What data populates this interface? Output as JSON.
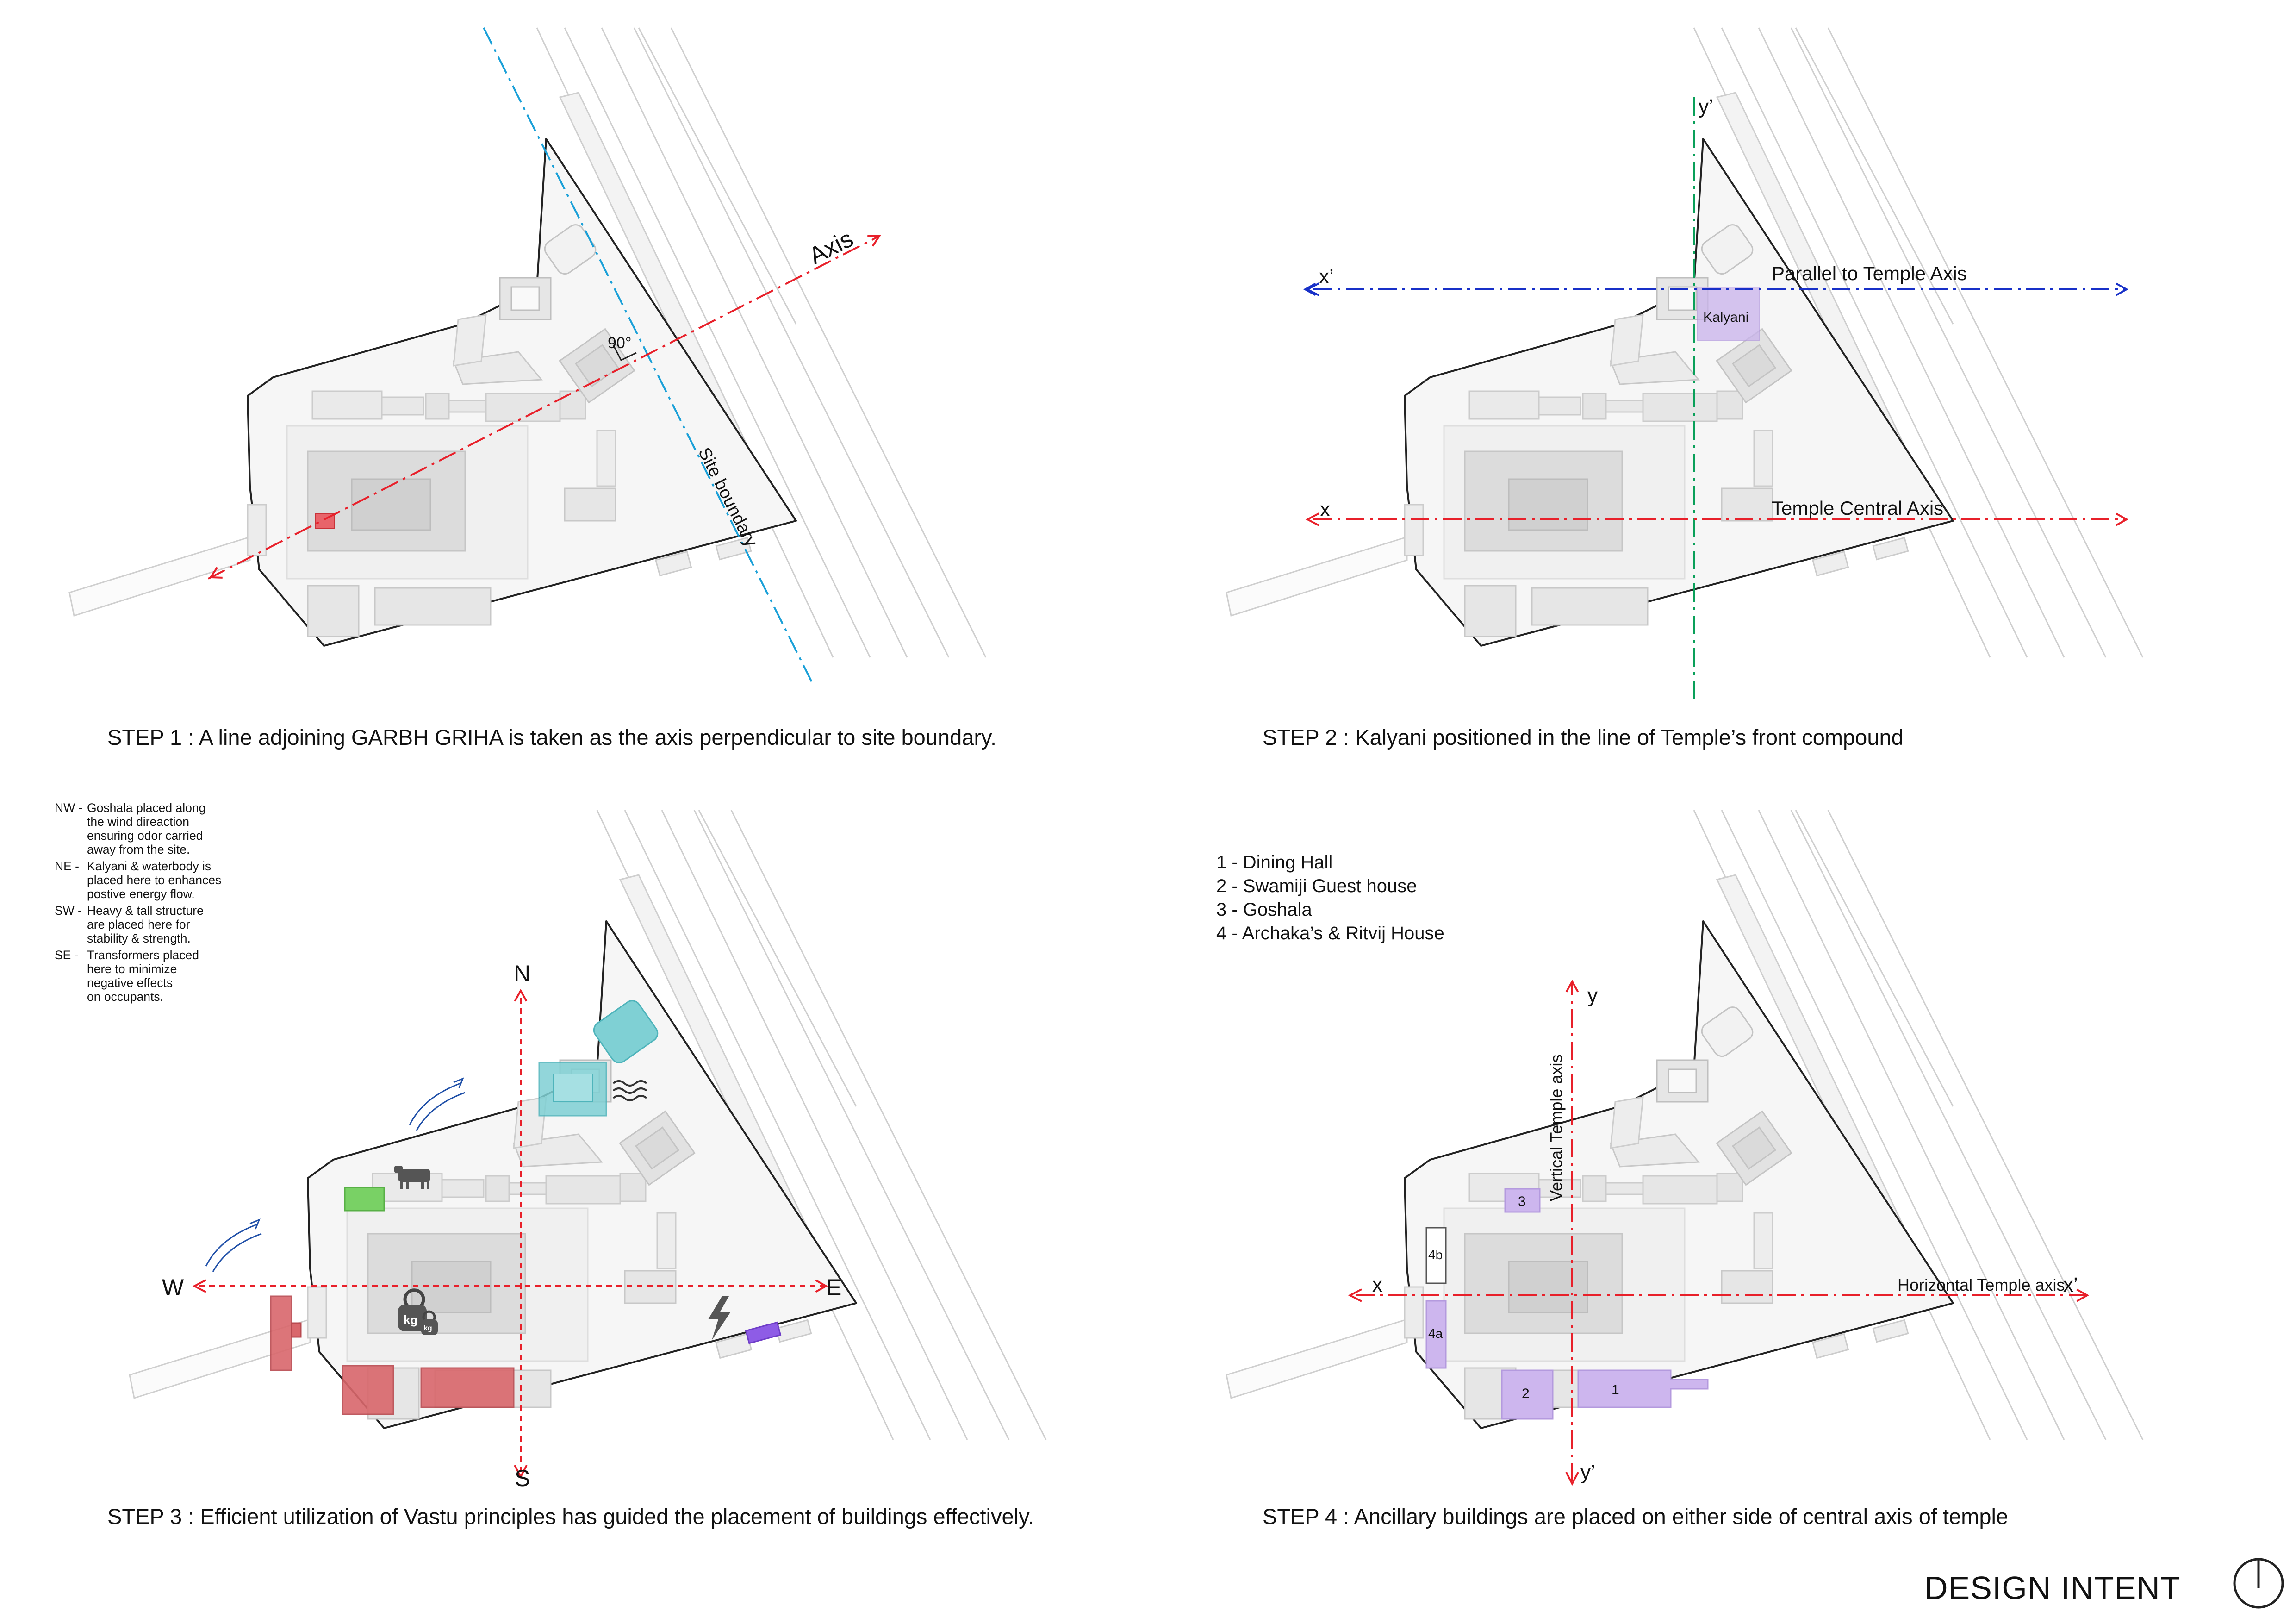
{
  "title": "DESIGN INTENT",
  "colors": {
    "axis_red": "#e8202a",
    "axis_blue": "#1830c8",
    "axis_green": "#0aa05a",
    "site_boundary_cyan": "#1aa0d8",
    "kalyani_purple": "#c9b3ec",
    "ancillary_purple": "#cdb6ee",
    "vastu_red": "#d9676c",
    "vastu_teal": "#7fd0d4",
    "vastu_green": "#79d165",
    "vastu_violet": "#8e5ce6",
    "site_fill": "#f7f7f7",
    "site_outline": "#222222",
    "context_lines": "#c8c8c8"
  },
  "panels": [
    {
      "id": "step1",
      "caption": "STEP 1 : A line adjoining GARBH GRIHA is taken as the axis perpendicular to site boundary.",
      "labels": {
        "axis": "Axis",
        "angle": "90°",
        "site_boundary": "Site boundary"
      }
    },
    {
      "id": "step2",
      "caption": "STEP 2 :  Kalyani positioned in the line of Temple’s front compound",
      "labels": {
        "y_prime": "y’",
        "x_prime": "x’",
        "x": "x",
        "parallel_axis": "Parallel to Temple Axis",
        "central_axis": "Temple Central Axis",
        "kalyani": "Kalyani"
      }
    },
    {
      "id": "step3",
      "caption": "STEP 3 : Efficient utilization of Vastu principles has guided the placement of buildings effectively.",
      "labels": {
        "north": "N",
        "south": "S",
        "west": "W",
        "east": "E",
        "kg": "kg"
      },
      "icons": [
        "wind-arrow-icon",
        "cow-icon",
        "waves-icon",
        "weight-icon",
        "lightning-icon"
      ],
      "notes": [
        {
          "key": "NW -",
          "text": "Goshala placed along\nthe wind direaction\nensuring odor carried\naway from the site."
        },
        {
          "key": "NE -",
          "text": "Kalyani & waterbody is\nplaced here to enhances\npostive energy flow."
        },
        {
          "key": "SW -",
          "text": "Heavy & tall structure\nare placed here for\nstability & strength."
        },
        {
          "key": "SE -",
          "text": "Transformers placed\nhere to minimize\nnegative effects\non occupants."
        }
      ]
    },
    {
      "id": "step4",
      "caption": "STEP 4 : Ancillary buildings are placed on either side of central axis of temple",
      "legend": [
        "1 - Dining Hall",
        "2 - Swamiji  Guest house",
        "3 - Goshala",
        "4 - Archaka’s & Ritvij House"
      ],
      "labels": {
        "y": "y",
        "y_prime": "y’",
        "x": "x",
        "x_prime": "x’",
        "vertical_axis": "Vertical Temple axis",
        "horizontal_axis": "Horizontal Temple axis",
        "b1": "1",
        "b2": "2",
        "b3": "3",
        "b4a": "4a",
        "b4b": "4b"
      }
    }
  ]
}
